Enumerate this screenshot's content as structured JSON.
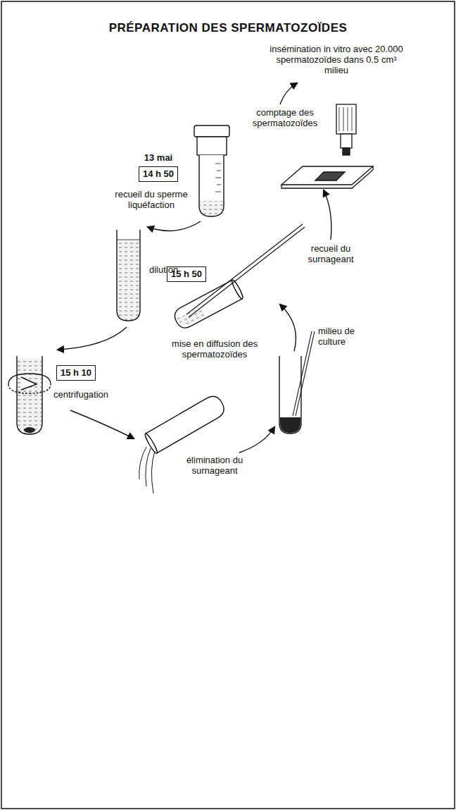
{
  "diagram": {
    "title": "PRÉPARATION DES SPERMATOZOÏDES",
    "nodes": [
      {
        "text": [
          "14 h 50"
        ]
      },
      {
        "text": [
          "15 h 50"
        ]
      },
      {
        "text": [
          "15 h 10"
        ]
      }
    ],
    "labels": [
      "13 mai",
      "recueil du sperme liquéfaction",
      "dilution",
      "centrifugation",
      "élimination du surnageant",
      "mise en diffusion des spermatozoïdes",
      "milieu de culture",
      "recueil du surnageant",
      "comptage des spermatozoïdes",
      "insémination in vitro avec 20.000 spermatozoïdes dans 0.5 cm³ milieu"
    ]
  }
}
